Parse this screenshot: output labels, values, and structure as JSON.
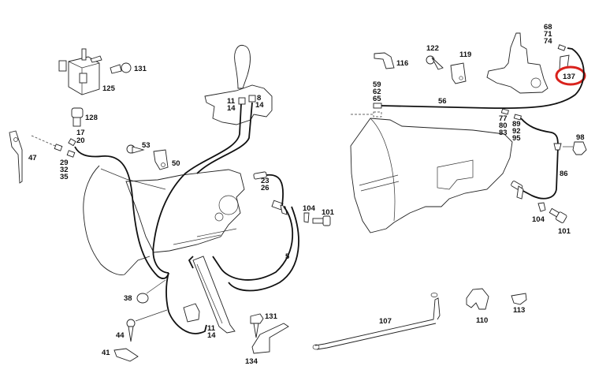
{
  "diagram": {
    "title": "Transmission wiring harness exploded parts diagram",
    "highlight_color": "#d9221c",
    "highlighted_part": "137",
    "labels": {
      "p131a": "131",
      "p125": "125",
      "p128": "128",
      "p17_20": [
        "17",
        "20"
      ],
      "p29_32_35": [
        "29",
        "32",
        "35"
      ],
      "p47": "47",
      "p53": "53",
      "p50": "50",
      "p11_14_top": [
        "11",
        "14"
      ],
      "p8_14": [
        "8",
        "14"
      ],
      "p23_26": [
        "23",
        "26"
      ],
      "p104a": "104",
      "p101a": "101",
      "p5": "5",
      "p38": "38",
      "p44": "44",
      "p41": "41",
      "p11_14_bot": [
        "11",
        "14"
      ],
      "p131b": "131",
      "p134": "134",
      "p116": "116",
      "p122": "122",
      "p119": "119",
      "p68_71_74": [
        "68",
        "71",
        "74"
      ],
      "p137": "137",
      "p59_62_65": [
        "59",
        "62",
        "65"
      ],
      "p56": "56",
      "p77_80_83": [
        "77",
        "80",
        "83"
      ],
      "p89_92_95": [
        "89",
        "92",
        "95"
      ],
      "p98": "98",
      "p86": "86",
      "p104b": "104",
      "p101b": "101",
      "p107": "107",
      "p110": "110",
      "p113": "113"
    }
  }
}
